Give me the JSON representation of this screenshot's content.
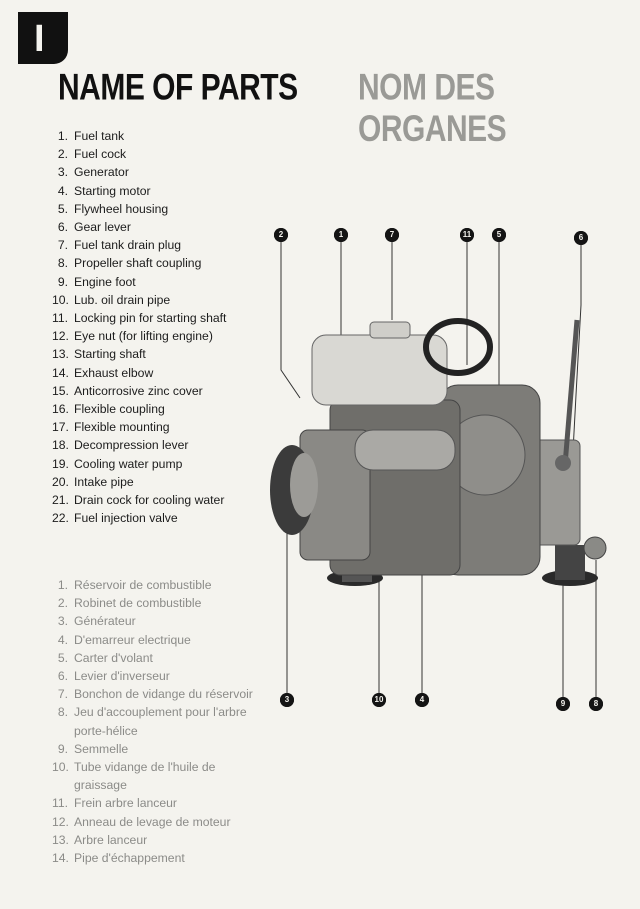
{
  "section_letter": "I",
  "title_en": "NAME OF PARTS",
  "title_fr": "NOM DES ORGANES",
  "parts_en": [
    {
      "num": "1.",
      "text": "Fuel tank"
    },
    {
      "num": "2.",
      "text": "Fuel cock"
    },
    {
      "num": "3.",
      "text": "Generator"
    },
    {
      "num": "4.",
      "text": "Starting motor"
    },
    {
      "num": "5.",
      "text": "Flywheel housing"
    },
    {
      "num": "6.",
      "text": "Gear lever"
    },
    {
      "num": "7.",
      "text": "Fuel tank drain plug"
    },
    {
      "num": "8.",
      "text": "Propeller shaft coupling"
    },
    {
      "num": "9.",
      "text": "Engine foot"
    },
    {
      "num": "10.",
      "text": "Lub. oil drain pipe"
    },
    {
      "num": "11.",
      "text": "Locking pin for starting shaft"
    },
    {
      "num": "12.",
      "text": "Eye nut (for lifting engine)"
    },
    {
      "num": "13.",
      "text": "Starting shaft"
    },
    {
      "num": "14.",
      "text": "Exhaust elbow"
    },
    {
      "num": "15.",
      "text": "Anticorrosive zinc cover"
    },
    {
      "num": "16.",
      "text": "Flexible coupling"
    },
    {
      "num": "17.",
      "text": "Flexible mounting"
    },
    {
      "num": "18.",
      "text": "Decompression lever"
    },
    {
      "num": "19.",
      "text": "Cooling water pump"
    },
    {
      "num": "20.",
      "text": "Intake pipe"
    },
    {
      "num": "21.",
      "text": "Drain cock for cooling water"
    },
    {
      "num": "22.",
      "text": "Fuel injection valve"
    }
  ],
  "parts_fr": [
    {
      "num": "1.",
      "text": "Réservoir de combustible"
    },
    {
      "num": "2.",
      "text": "Robinet de combustible"
    },
    {
      "num": "3.",
      "text": "Générateur"
    },
    {
      "num": "4.",
      "text": "D'emarreur electrique"
    },
    {
      "num": "5.",
      "text": "Carter d'volant"
    },
    {
      "num": "6.",
      "text": "Levier d'inverseur"
    },
    {
      "num": "7.",
      "text": "Bonchon de vidange du réservoir"
    },
    {
      "num": "8.",
      "text": "Jeu d'accouplement pour l'arbre porte-hélice"
    },
    {
      "num": "9.",
      "text": "Semmelle"
    },
    {
      "num": "10.",
      "text": "Tube vidange de l'huile de graissage"
    },
    {
      "num": "11.",
      "text": "Frein arbre lanceur"
    },
    {
      "num": "12.",
      "text": "Anneau de levage de moteur"
    },
    {
      "num": "13.",
      "text": "Arbre lanceur"
    },
    {
      "num": "14.",
      "text": "Pipe d'échappement"
    }
  ],
  "callouts": [
    "2",
    "1",
    "7",
    "11",
    "5",
    "6",
    "3",
    "10",
    "4",
    "9",
    "8"
  ]
}
